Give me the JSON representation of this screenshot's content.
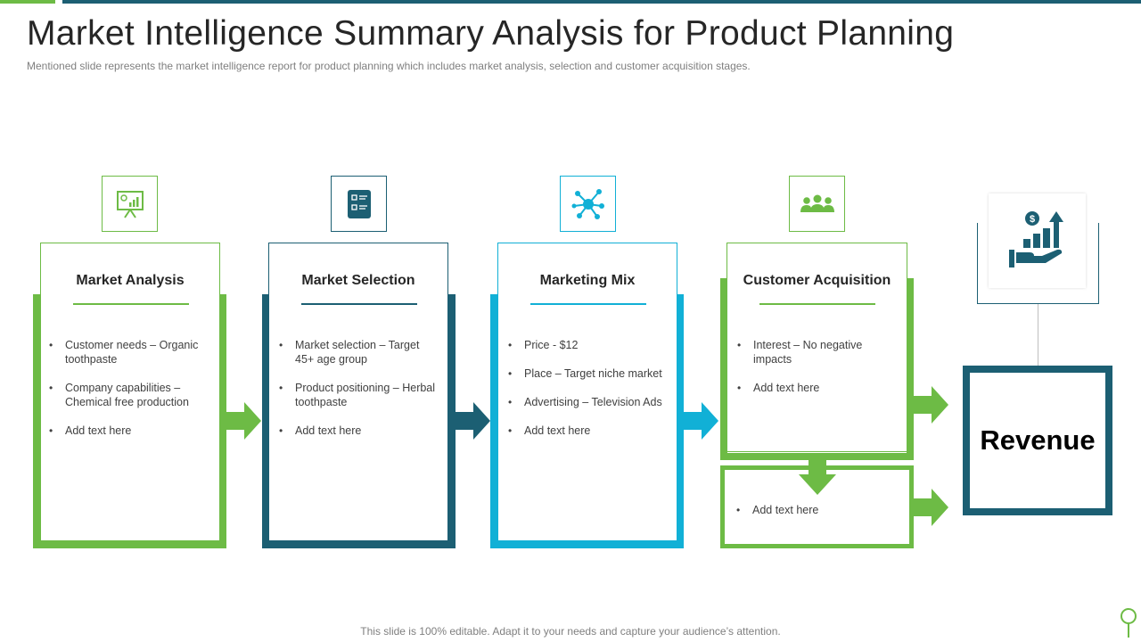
{
  "slide": {
    "title": "Market Intelligence Summary Analysis for Product Planning",
    "subtitle": "Mentioned slide represents the market intelligence report for product planning which includes market analysis, selection and customer acquisition stages.",
    "footer": "This slide is 100% editable. Adapt it to your needs and capture your audience’s attention."
  },
  "colors": {
    "green": "#6dbb45",
    "teal": "#1c5f73",
    "cyan": "#11b0d6"
  },
  "stages": [
    {
      "title": "Market Analysis",
      "icon": "presentation-chart-icon",
      "bullets": [
        "Customer needs – Organic toothpaste",
        "Company capabilities – Chemical free production",
        "Add text here"
      ]
    },
    {
      "title": "Market Selection",
      "icon": "checklist-icon",
      "bullets": [
        "Market selection – Target 45+ age group",
        "Product positioning – Herbal toothpaste",
        "Add text here"
      ]
    },
    {
      "title": "Marketing Mix",
      "icon": "network-hub-icon",
      "bullets": [
        "Price - $12",
        "Place – Target niche market",
        "Advertising – Television Ads",
        "Add text here"
      ]
    },
    {
      "title": "Customer Acquisition",
      "icon": "people-group-icon",
      "bullets": [
        "Interest – No negative impacts",
        "Add text here"
      ],
      "extra_bullets": [
        "Add text here"
      ]
    }
  ],
  "revenue": {
    "label": "Revenue",
    "icon": "revenue-growth-hand-icon"
  }
}
